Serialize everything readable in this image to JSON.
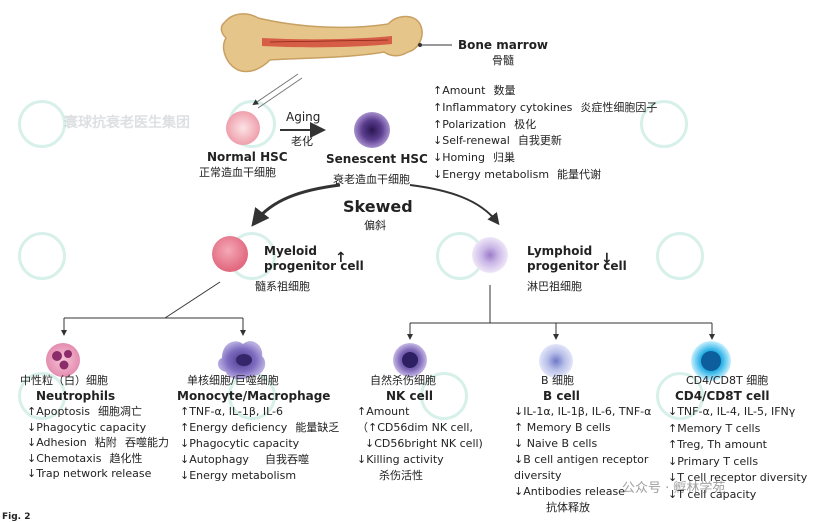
{
  "bone_marrow": {
    "en": "Bone marrow",
    "zh": "骨髓"
  },
  "aging": {
    "en": "Aging",
    "zh": "老化"
  },
  "normal_hsc": {
    "en": "Normal HSC",
    "zh": "正常造血干细胞"
  },
  "senescent_hsc": {
    "en": "Senescent HSC",
    "zh": "衰老造血干细胞"
  },
  "skewed": {
    "en": "Skewed",
    "zh": "偏斜"
  },
  "hsc_changes": [
    {
      "en": "↑Amount",
      "zh": "数量"
    },
    {
      "en": "↑Inflammatory cytokines",
      "zh": "炎症性细胞因子"
    },
    {
      "en": "↑Polarization",
      "zh": "极化"
    },
    {
      "en": "↓Self-renewal",
      "zh": "自我更新"
    },
    {
      "en": "↓Homing",
      "zh": "归巢"
    },
    {
      "en": "↓Energy metabolism",
      "zh": "能量代谢"
    }
  ],
  "myeloid": {
    "en1": "Myeloid",
    "en2": "progenitor cell",
    "arrow": "↑",
    "zh": "髓系祖细胞"
  },
  "lymphoid": {
    "en1": "Lymphoid",
    "en2": "progenitor cell",
    "arrow": "↓",
    "zh": "淋巴祖细胞"
  },
  "neutrophils": {
    "zh_title": "中性粒（白）细胞",
    "title": "Neutrophils",
    "items": [
      {
        "en": "↑Apoptosis",
        "zh": "细胞凋亡"
      },
      {
        "en": "↓Phagocytic capacity",
        "zh": ""
      },
      {
        "en": "",
        "zh": "吞噬能力"
      },
      {
        "en": "↓Adhesion",
        "zh": "粘附"
      },
      {
        "en": "↓Chemotaxis",
        "zh": "趋化性"
      },
      {
        "en": "↓Trap network release",
        "zh": ""
      }
    ]
  },
  "monocyte": {
    "zh_title": "单核细胞/巨噬细胞",
    "title": "Monocyte/Macrophage",
    "items": [
      {
        "en": "↑TNF-α, IL-1β, IL-6",
        "zh": ""
      },
      {
        "en": "↑Energy deficiency",
        "zh": "能量缺乏"
      },
      {
        "en": "↓Phagocytic capacity",
        "zh": ""
      },
      {
        "en": "↓Autophagy",
        "zh": "自我吞噬"
      },
      {
        "en": "↓Energy metabolism",
        "zh": ""
      }
    ]
  },
  "nk": {
    "zh_title": "自然杀伤细胞",
    "title": "NK cell",
    "items": [
      {
        "en": "↑Amount",
        "zh": ""
      },
      {
        "en": "（↑CD56dim NK cell,",
        "zh": ""
      },
      {
        "en": "↓CD56bright NK cell)",
        "zh": ""
      },
      {
        "en": "↓Killing activity",
        "zh": ""
      },
      {
        "en": "杀伤活性",
        "zh": ""
      }
    ]
  },
  "bcell": {
    "zh_title": "B 细胞",
    "title": "B cell",
    "items": [
      {
        "en": "↓IL-1α, IL-1β, IL-6, TNF-α",
        "zh": ""
      },
      {
        "en": "↑ Memory B cells",
        "zh": ""
      },
      {
        "en": "↓ Naive B cells",
        "zh": ""
      },
      {
        "en": "↓B cell antigen receptor",
        "zh": ""
      },
      {
        "en": "diversity",
        "zh": ""
      },
      {
        "en": "↓Antibodies release",
        "zh": ""
      },
      {
        "en": "抗体释放",
        "zh": ""
      }
    ]
  },
  "tcell": {
    "zh_title": "CD4/CD8T 细胞",
    "title": "CD4/CD8T cell",
    "items": [
      {
        "en": "↓TNF-α, IL-4, IL-5, IFNγ",
        "zh": ""
      },
      {
        "en": "↑Memory T cells",
        "zh": ""
      },
      {
        "en": "↑Treg, Th amount",
        "zh": ""
      },
      {
        "en": "↓Primary T cells",
        "zh": ""
      },
      {
        "en": "↓T cell receptor diversity",
        "zh": ""
      },
      {
        "en": "↓T cell capacity",
        "zh": ""
      }
    ]
  },
  "watermark": {
    "text": "寰球抗衰老医生集团",
    "wechat": "公众号 · 孵林学苑"
  },
  "fig_label": "Fig. 2",
  "colors": {
    "arrow": "#333333",
    "myeloid": "#e8899a",
    "lymphoid": "#c8b8e8",
    "senescent": "#5b3d8e"
  }
}
